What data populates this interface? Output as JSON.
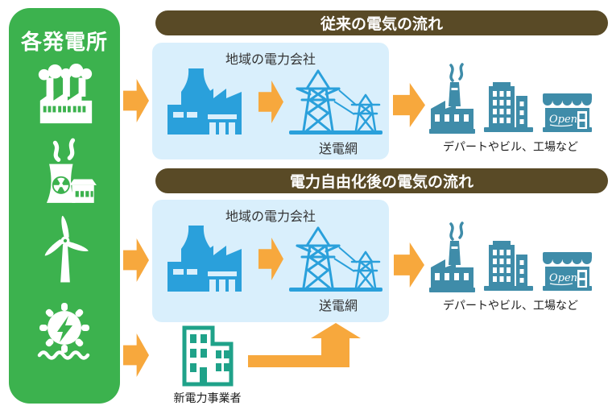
{
  "colors": {
    "sidebar_green": "#3cb24e",
    "banner_brown": "#594a26",
    "box_light_blue": "#d9effc",
    "utility_blue": "#2aa0db",
    "arrow_orange": "#f7a83d",
    "consumer_teal": "#3f8ca9",
    "new_supplier_teal": "#1fa289"
  },
  "sidebar": {
    "title": "各発電所",
    "plants": [
      {
        "name": "thermal-power-plant"
      },
      {
        "name": "nuclear-power-plant"
      },
      {
        "name": "wind-power-plant"
      },
      {
        "name": "hydro-power-plant"
      }
    ]
  },
  "conventional_flow": {
    "banner": "従来の電気の流れ",
    "utility_box": {
      "title": "地域の電力会社",
      "grid_label": "送電網"
    },
    "consumers_label": "デパートやビル、工場など"
  },
  "liberalized_flow": {
    "banner": "電力自由化後の電気の流れ",
    "utility_box": {
      "title": "地域の電力会社",
      "grid_label": "送電網"
    },
    "consumers_label": "デパートやビル、工場など",
    "new_supplier_label": "新電力事業者"
  },
  "shop_sign": "Open"
}
